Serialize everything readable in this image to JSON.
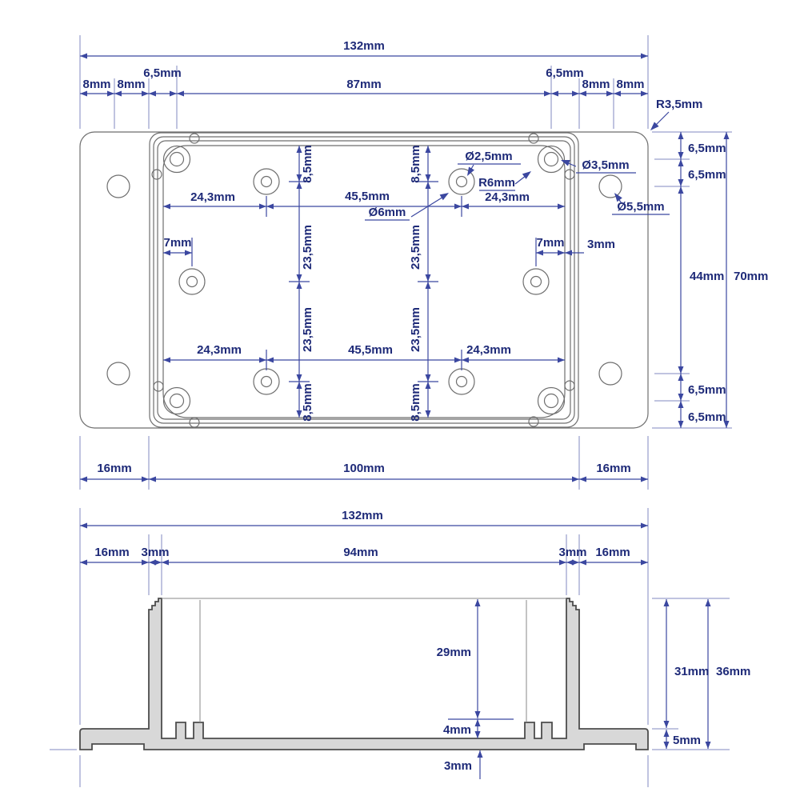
{
  "title": "Enclosure dimensional drawing (top view and cross-section)",
  "colors": {
    "dimension_text": "#1e2a78",
    "dimension_line": "#3b47a0",
    "extension_line": "#8289c0",
    "drawing_outline": "#6e6e6e",
    "section_fill": "#d8d8d8",
    "background": "#ffffff"
  },
  "top_view": {
    "overall_width": "132mm",
    "top_row": [
      "8mm",
      "8mm",
      "6,5mm",
      "87mm",
      "6,5mm",
      "8mm",
      "8mm"
    ],
    "corner_radius": "R3,5mm",
    "right_col": [
      "6,5mm",
      "6,5mm",
      "44mm",
      "6,5mm",
      "6,5mm"
    ],
    "overall_height": "70mm",
    "h_top": [
      "24,3mm",
      "45,5mm",
      "24,3mm"
    ],
    "h_bottom": [
      "24,3mm",
      "45,5mm",
      "24,3mm"
    ],
    "v_left": [
      "8,5mm",
      "23,5mm",
      "23,5mm",
      "8,5mm"
    ],
    "v_right": [
      "8,5mm",
      "23,5mm",
      "23,5mm",
      "8,5mm"
    ],
    "seven_left": "7mm",
    "seven_right": "7mm",
    "three_right": "3mm",
    "callouts": {
      "hole_small": "Ø2,5mm",
      "inner_corner_radius": "R6mm",
      "corner_hole": "Ø3,5mm",
      "flange_hole": "Ø5,5mm",
      "inner_hole": "Ø6mm"
    },
    "bottom_row": [
      "16mm",
      "100mm",
      "16mm"
    ]
  },
  "section_view": {
    "overall_width": "132mm",
    "width_row": [
      "16mm",
      "3mm",
      "94mm",
      "3mm",
      "16mm"
    ],
    "inner_height": "29mm",
    "rail_height": "4mm",
    "base_thickness": "3mm",
    "wall_height": "31mm",
    "total_height": "36mm",
    "flange_height": "5mm"
  }
}
